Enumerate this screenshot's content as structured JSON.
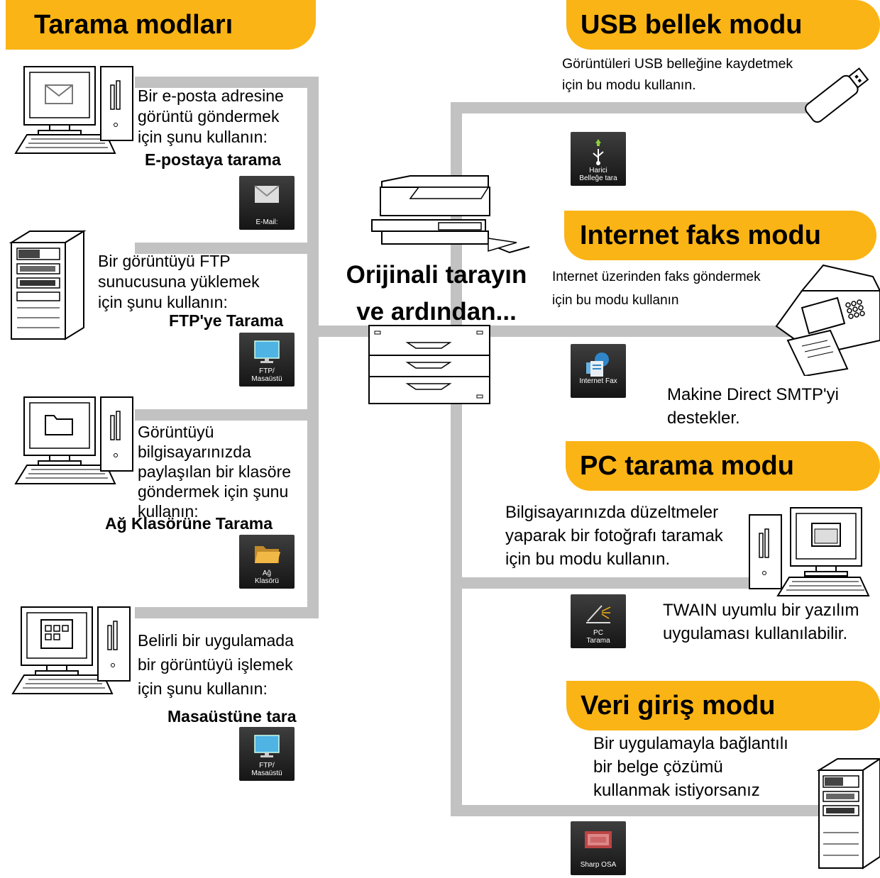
{
  "center_text": {
    "line1": "Orijinali tarayın",
    "line2": "ve ardından..."
  },
  "left": {
    "title": "Tarama modları",
    "items": [
      {
        "desc": [
          "Bir e-posta adresine",
          "görüntü göndermek",
          "için şunu kullanın:"
        ],
        "mode": "E-postaya tarama",
        "icon_label": [
          "E-Mail:"
        ],
        "icon": "envelope-icon"
      },
      {
        "desc": [
          "Bir görüntüyü FTP",
          "sunucusuna yüklemek",
          "için şunu kullanın:"
        ],
        "mode": "FTP'ye Tarama",
        "icon_label": [
          "FTP/",
          "Masaüstü"
        ],
        "icon": "monitor-icon"
      },
      {
        "desc": [
          "Görüntüyü",
          "bilgisayarınızda",
          "paylaşılan bir klasöre",
          "göndermek için şunu",
          "kullanın:"
        ],
        "mode": "Ağ Klasörüne Tarama",
        "icon_label": [
          "Ağ",
          "Klasörü"
        ],
        "icon": "folder-icon"
      },
      {
        "desc": [
          "Belirli bir uygulamada",
          "bir görüntüyü işlemek",
          "için şunu kullanın:"
        ],
        "mode": "Masaüstüne tara",
        "icon_label": [
          "FTP/",
          "Masaüstü"
        ],
        "icon": "monitor-icon"
      }
    ]
  },
  "right": {
    "usb": {
      "title": "USB bellek modu",
      "desc": [
        "Görüntüleri USB belleğine kaydetmek",
        "için bu modu kullanın."
      ],
      "icon_label": [
        "Harici",
        "Belleğe tara"
      ]
    },
    "ifax": {
      "title": "Internet faks modu",
      "desc": [
        "Internet üzerinden faks göndermek",
        "için bu modu kullanın"
      ],
      "icon_label": [
        "Internet Fax"
      ],
      "note": [
        "Makine Direct SMTP'yi",
        "destekler."
      ]
    },
    "pc": {
      "title": "PC tarama modu",
      "desc": [
        "Bilgisayarınızda düzeltmeler",
        "yaparak bir fotoğrafı taramak",
        "için bu modu kullanın."
      ],
      "icon_label": [
        "PC",
        "Tarama"
      ],
      "note": [
        "TWAIN uyumlu bir yazılım",
        "uygulaması kullanılabilir."
      ]
    },
    "data": {
      "title": "Veri giriş modu",
      "desc": [
        "Bir uygulamayla bağlantılı",
        "bir belge çözümü",
        "kullanmak istiyorsanız"
      ],
      "icon_label": [
        "Sharp OSA"
      ]
    }
  },
  "colors": {
    "accent": "#fbb415",
    "connector": "#c0c0c0",
    "icon_bg": "#1e1e1e"
  }
}
